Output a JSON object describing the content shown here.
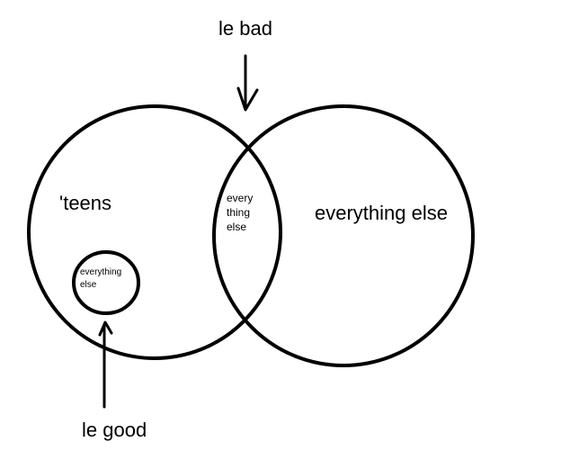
{
  "diagram": {
    "labels": {
      "top": "le bad",
      "bottom": "le good",
      "left_circle": "'teens",
      "right_circle": "everything else",
      "overlap": [
        "every",
        "thing",
        "else"
      ],
      "inner_circle": [
        "everything",
        "else"
      ]
    },
    "stroke_color": "#000000",
    "background_color": "#ffffff"
  }
}
